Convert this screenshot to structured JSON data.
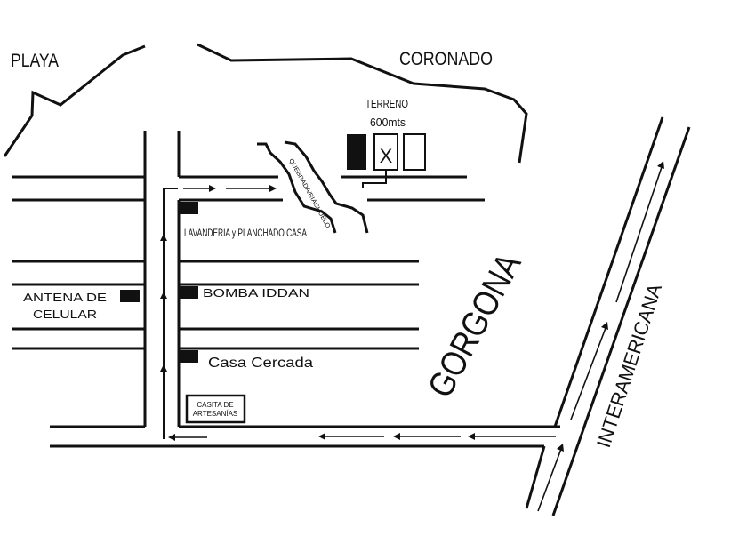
{
  "map": {
    "places": {
      "playa": "PLAYA",
      "coronado": "CORONADO",
      "terreno": "TERRENO",
      "terreno_size": "600mts",
      "lot_mark": "X",
      "quebrada": "QUEBRADA/RIACHUELO",
      "lavanderia": "LAVANDERIA y PLANCHADO CASA",
      "bomba": "BOMBA IDDAN",
      "antena_line1": "ANTENA DE",
      "antena_line2": "CELULAR",
      "casa_cercada": "Casa Cercada",
      "casita_line1": "CASITA DE",
      "casita_line2": "ARTESANÍAS",
      "gorgona": "GORGONA",
      "interamericana": "INTERAMERICANA"
    },
    "colors": {
      "ink": "#111111",
      "background": "#ffffff"
    }
  }
}
